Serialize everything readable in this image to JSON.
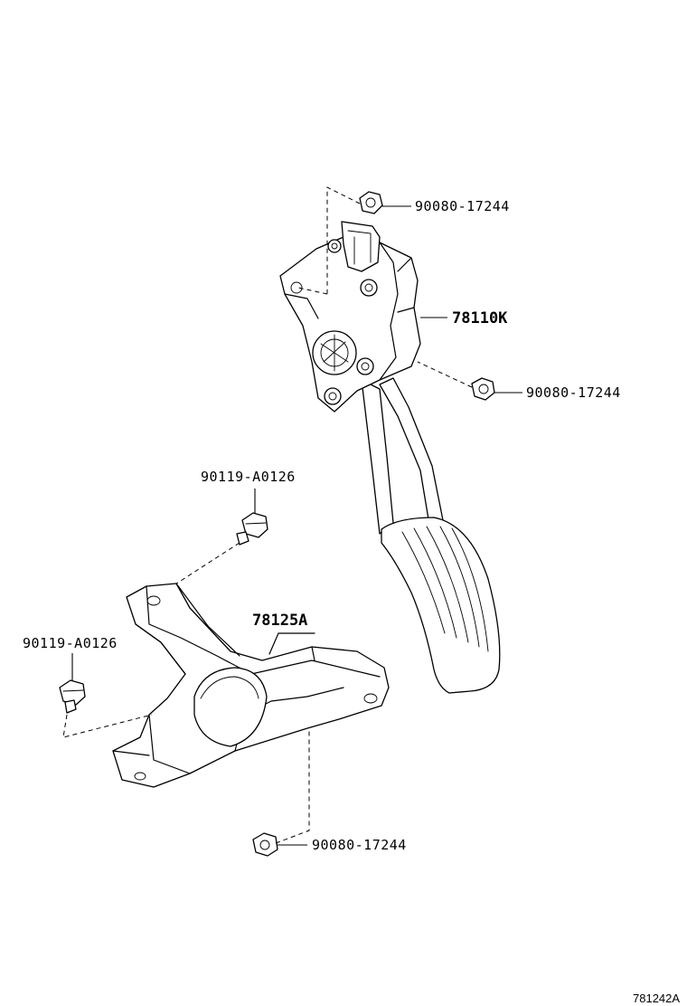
{
  "diagram": {
    "callouts": {
      "nut_top": "90080-17244",
      "pedal_assembly": "78110K",
      "nut_right": "90080-17244",
      "bolt_upper": "90119-A0126",
      "bracket": "78125A",
      "bolt_left": "90119-A0126",
      "nut_bottom": "90080-17244"
    },
    "reference_code": "781242A"
  }
}
